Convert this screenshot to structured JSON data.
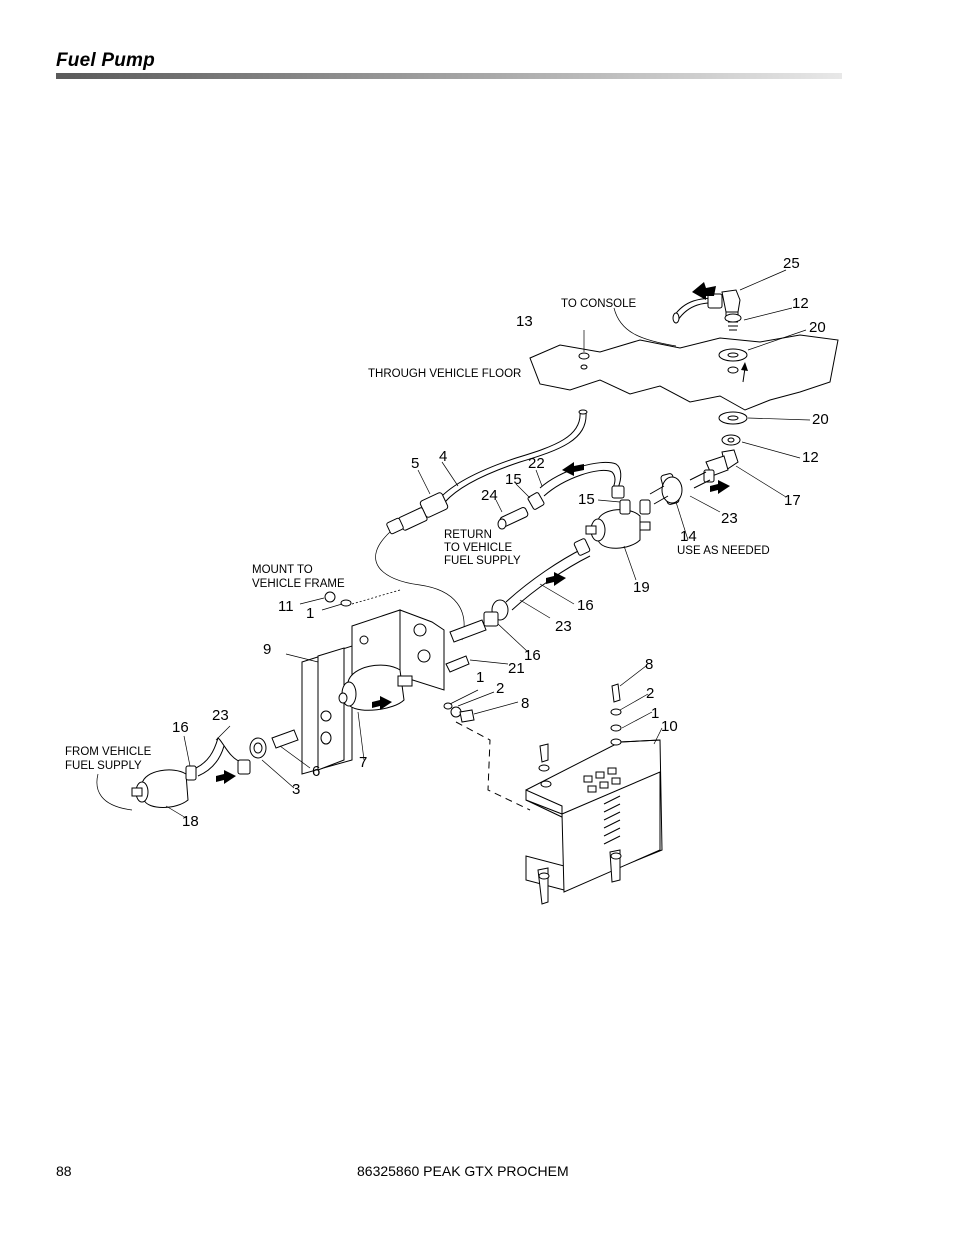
{
  "header": {
    "title": "Fuel Pump"
  },
  "footer": {
    "page_number": "88",
    "document": "86325860 PEAK GTX PROCHEM"
  },
  "notes": {
    "to_console": "TO CONSOLE",
    "through_floor": "THROUGH VEHICLE FLOOR",
    "return_line1": "RETURN",
    "return_line2": "TO VEHICLE",
    "return_line3": "FUEL SUPPLY",
    "use_as_needed": "USE AS NEEDED",
    "mount_line1": "MOUNT TO",
    "mount_line2": "VEHICLE FRAME",
    "from_line1": "FROM VEHICLE",
    "from_line2": "FUEL SUPPLY"
  },
  "callouts": {
    "c25": "25",
    "c12a": "12",
    "c13": "13",
    "c20a": "20",
    "c20b": "20",
    "c12b": "12",
    "c17": "17",
    "c4": "4",
    "c5": "5",
    "c22": "22",
    "c15a": "15",
    "c24": "24",
    "c15b": "15",
    "c23a": "23",
    "c14": "14",
    "c19": "19",
    "c16a": "16",
    "c23b": "23",
    "c11": "11",
    "c1a": "1",
    "c9": "9",
    "c16b": "16",
    "c21": "21",
    "c1b": "1",
    "c2a": "2",
    "c8a": "8",
    "c8b": "8",
    "c2b": "2",
    "c1c": "1",
    "c10": "10",
    "c23c": "23",
    "c16c": "16",
    "c7": "7",
    "c6": "6",
    "c3": "3",
    "c18": "18"
  }
}
